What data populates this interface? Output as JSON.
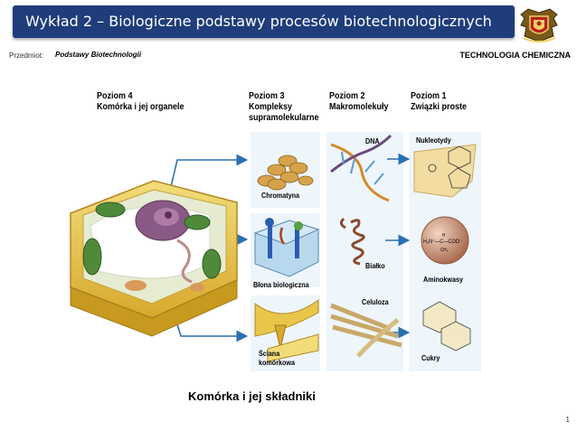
{
  "header": {
    "title": "Wykład 2 – Biologiczne podstawy procesów biotechnologicznych",
    "subject_label": "Przedmiot:",
    "subject_value": "Podstawy Biotechnologii",
    "department": "TECHNOLOGIA CHEMICZNA"
  },
  "levels": {
    "level4": {
      "heading": "Poziom 4",
      "sub": "Komórka i jej organele"
    },
    "level3": {
      "heading": "Poziom 3",
      "sub1": "Kompleksy",
      "sub2": "supramolekularne"
    },
    "level2": {
      "heading": "Poziom 2",
      "sub": "Makromolekuły"
    },
    "level1": {
      "heading": "Poziom 1",
      "sub": "Związki proste"
    }
  },
  "labels": {
    "chromatyna": "Chromatyna",
    "blona": "Błona biologiczna",
    "sciana1": "Ściana",
    "sciana2": "komórkowa",
    "dna": "DNA",
    "bialko": "Białko",
    "celuloza": "Celuloza",
    "nukleotydy": "Nukleotydy",
    "aminokwasy": "Aminokwasy",
    "cukry": "Cukry",
    "aa_formula": "H₃N⁺—C—COO⁻",
    "aa_h": "H",
    "aa_r": "CH₃"
  },
  "caption": "Komórka i jej składniki",
  "page_number": "1",
  "colors": {
    "title_bar": "#1f3d7a",
    "arrow": "#2a6fb0",
    "panel_bg": "#eef5fb",
    "cell_wall": "#e8c64a",
    "chloroplast": "#4f8a3a",
    "nucleus": "#8a5a86",
    "protein": "#8b4a2a",
    "amino_ball": "#c9876a"
  }
}
